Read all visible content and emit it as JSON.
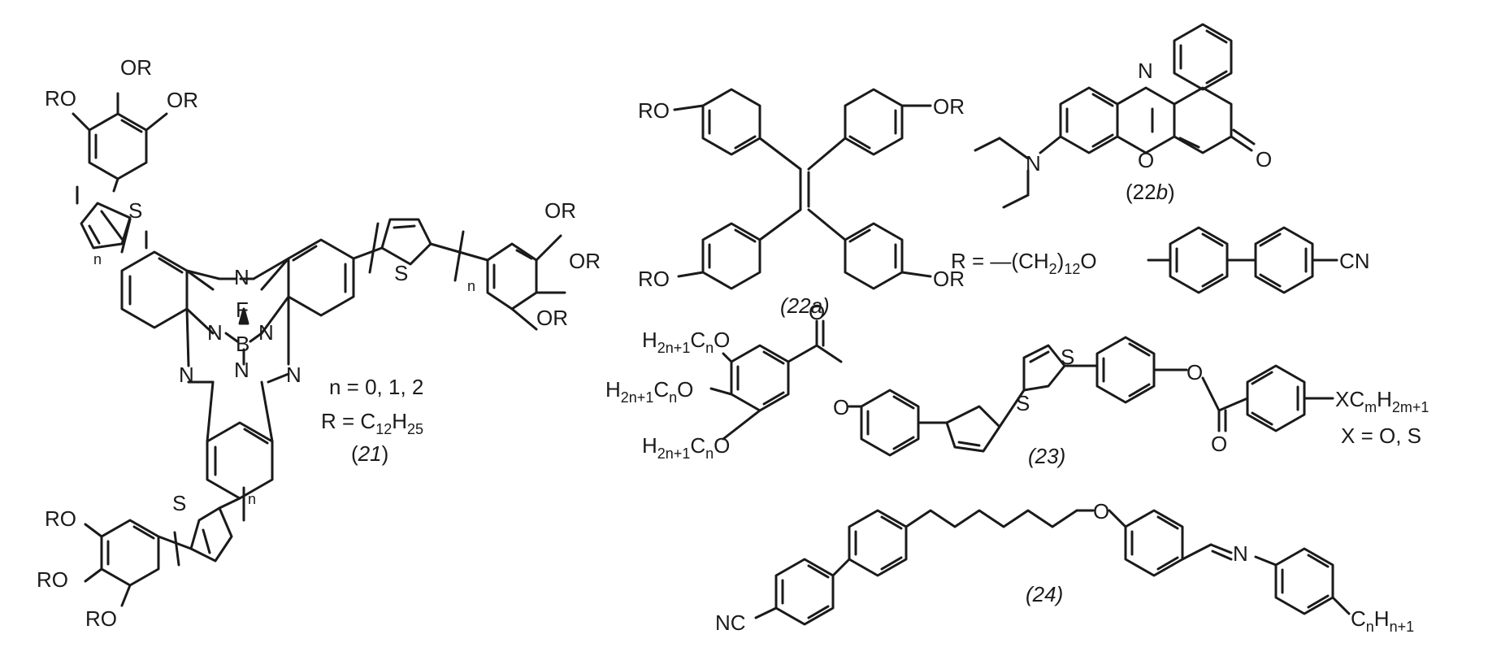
{
  "diagram": {
    "compound_21": {
      "caption_open": "(",
      "caption_number": "21",
      "caption_close": ")",
      "n_values": "n = 0, 1, 2",
      "r_def_prefix": "R = C",
      "r_def_sub1": "12",
      "r_def_mid": "H",
      "r_def_sub2": "25",
      "atoms": {
        "or": "OR",
        "ro": "RO",
        "s": "S",
        "n": "N",
        "b": "B",
        "f": "F",
        "n_index": "n"
      }
    },
    "compound_22a": {
      "caption": "(22a)",
      "atoms": {
        "ro": "RO",
        "or": "OR"
      }
    },
    "compound_22b": {
      "caption_open": "(22",
      "caption_letter": "b",
      "caption_close": ")",
      "atoms": {
        "n": "N",
        "o": "O"
      }
    },
    "r_definition": {
      "prefix": "R = —(CH",
      "sub1": "2",
      "mid": ")",
      "sub2": "12",
      "o": "O",
      "cn": "CN"
    },
    "compound_23": {
      "caption": "(23)",
      "x_def": "X = O, S",
      "atoms": {
        "h": "H",
        "h_sub": "2n+1",
        "c": "C",
        "c_sub": "n",
        "o": "O",
        "s": "S",
        "xc": "XC",
        "xc_sub": "m",
        "xh": "H",
        "xh_sub": "2m+1"
      }
    },
    "compound_24": {
      "caption": "(24)",
      "atoms": {
        "nc": "NC",
        "o": "O",
        "n": "N",
        "c": "C",
        "c_sub": "n",
        "h": "H",
        "h_sub": "n+1"
      }
    }
  }
}
